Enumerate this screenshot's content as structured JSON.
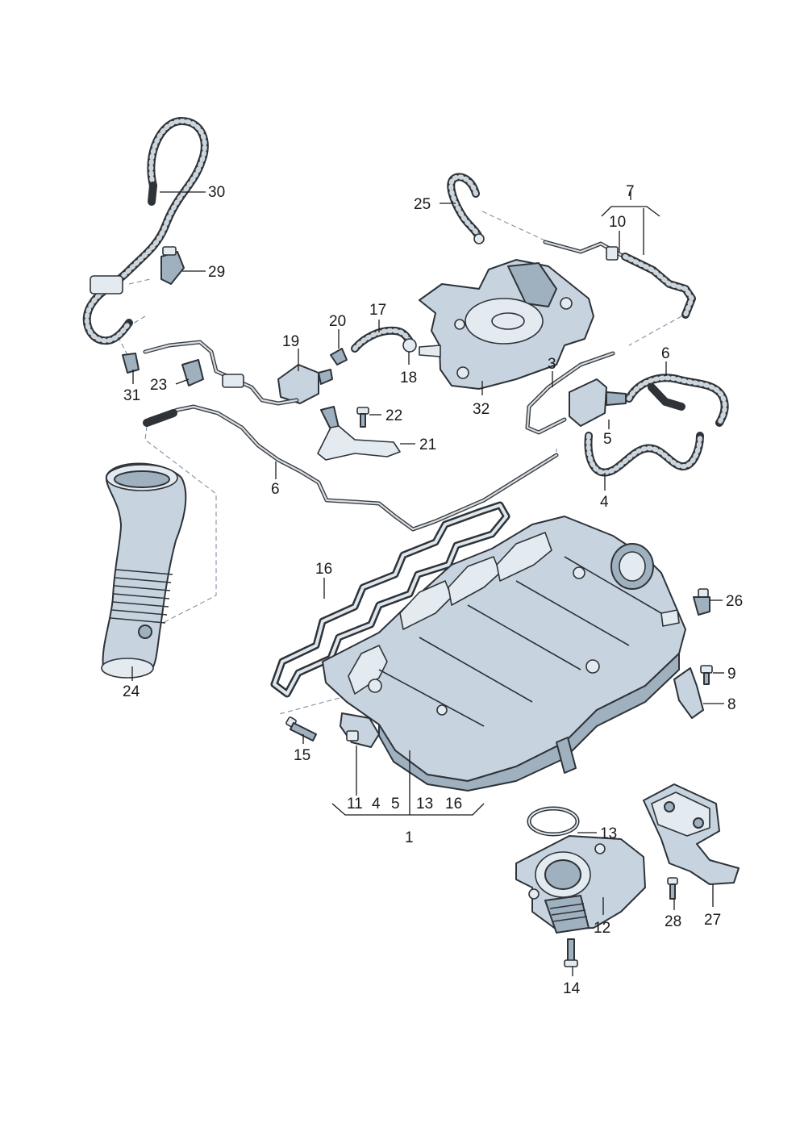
{
  "diagram": {
    "callouts": [
      {
        "id": "c30",
        "label": "30"
      },
      {
        "id": "c29",
        "label": "29"
      },
      {
        "id": "c25",
        "label": "25"
      },
      {
        "id": "c7",
        "label": "7"
      },
      {
        "id": "c10",
        "label": "10"
      },
      {
        "id": "c17",
        "label": "17"
      },
      {
        "id": "c20",
        "label": "20"
      },
      {
        "id": "c19",
        "label": "19"
      },
      {
        "id": "c18",
        "label": "18"
      },
      {
        "id": "c32",
        "label": "32"
      },
      {
        "id": "c3",
        "label": "3"
      },
      {
        "id": "c6a",
        "label": "6"
      },
      {
        "id": "c31",
        "label": "31"
      },
      {
        "id": "c23",
        "label": "23"
      },
      {
        "id": "c22",
        "label": "22"
      },
      {
        "id": "c21",
        "label": "21"
      },
      {
        "id": "c5",
        "label": "5"
      },
      {
        "id": "c6b",
        "label": "6"
      },
      {
        "id": "c4",
        "label": "4"
      },
      {
        "id": "c16",
        "label": "16"
      },
      {
        "id": "c26",
        "label": "26"
      },
      {
        "id": "c24",
        "label": "24"
      },
      {
        "id": "c9",
        "label": "9"
      },
      {
        "id": "c8",
        "label": "8"
      },
      {
        "id": "c15",
        "label": "15"
      },
      {
        "id": "g1_11",
        "label": "11"
      },
      {
        "id": "g1_4",
        "label": "4"
      },
      {
        "id": "g1_5",
        "label": "5"
      },
      {
        "id": "g1_13",
        "label": "13"
      },
      {
        "id": "g1_16",
        "label": "16"
      },
      {
        "id": "c1",
        "label": "1"
      },
      {
        "id": "c13",
        "label": "13"
      },
      {
        "id": "c12",
        "label": "12"
      },
      {
        "id": "c28",
        "label": "28"
      },
      {
        "id": "c27",
        "label": "27"
      },
      {
        "id": "c14",
        "label": "14"
      }
    ]
  }
}
